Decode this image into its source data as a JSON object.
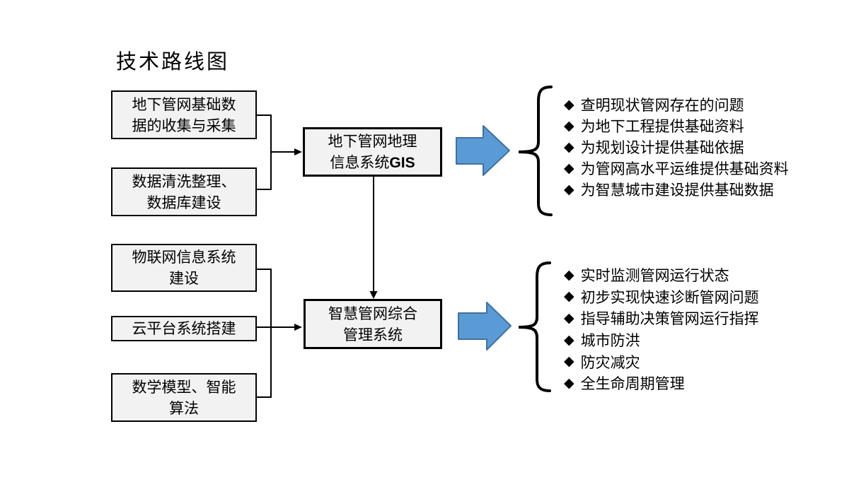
{
  "title": "技术路线图",
  "bullet_glyph": "◆",
  "colors": {
    "arrow_fill": "#5B9BD5",
    "arrow_border": "#41719C",
    "box_fill": "#F2F2F2",
    "box_border": "#000000",
    "connector": "#000000"
  },
  "input_boxes": [
    {
      "lines": [
        "地下管网基础数",
        "据的收集与采集"
      ]
    },
    {
      "lines": [
        "数据清洗整理、",
        "数据库建设"
      ]
    },
    {
      "lines": [
        "物联网信息系统",
        "建设"
      ]
    },
    {
      "lines": [
        "云平台系统搭建"
      ]
    },
    {
      "lines": [
        "数学模型、智能",
        "算法"
      ]
    }
  ],
  "system_boxes": {
    "gis": {
      "line1": "地下管网地理",
      "line2_text": "信息系统",
      "line2_bold": "GIS"
    },
    "smart": {
      "line1": "智慧管网综合",
      "line2": "管理系统"
    }
  },
  "outcomes": {
    "gis": [
      "查明现状管网存在的问题",
      "为地下工程提供基础资料",
      "为规划设计提供基础依据",
      "为管网高水平运维提供基础资料",
      "为智慧城市建设提供基础数据"
    ],
    "smart": [
      "实时监测管网运行状态",
      "初步实现快速诊断管网问题",
      "指导辅助决策管网运行指挥",
      "城市防洪",
      "防灾减灾",
      "全生命周期管理"
    ]
  }
}
